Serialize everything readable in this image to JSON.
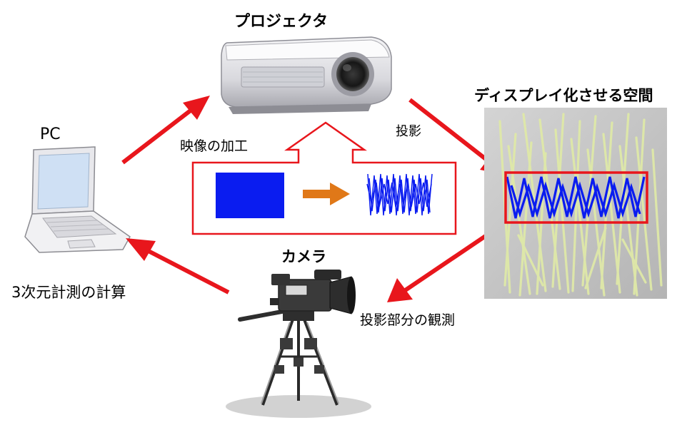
{
  "labels": {
    "projector": "プロジェクタ",
    "display_space": "ディスプレイ化させる空間",
    "projection": "投影",
    "pc": "PC",
    "image_processing": "映像の加工",
    "camera": "カメラ",
    "computation": "3次元計測の計算",
    "observation": "投影部分の観測"
  },
  "colors": {
    "arrow": "#e8161c",
    "frame": "#e8161c",
    "blue_rect": "#0a1cf0",
    "process_arrow": "#e07818",
    "sticks": "#dfe9a8",
    "photo_bg": "#c9c9c9"
  },
  "icons": {
    "projector": "projector-icon",
    "laptop": "laptop-icon",
    "camera": "video-camera-on-tripod-icon",
    "photo": "stick-sculpture-photo"
  }
}
